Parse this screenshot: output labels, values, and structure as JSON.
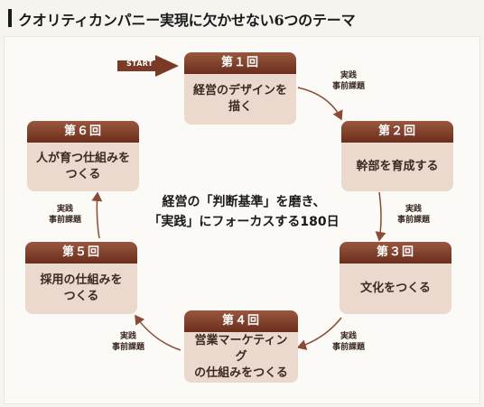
{
  "header": {
    "title": "クオリティカンパニー実現に欠かせない6つのテーマ"
  },
  "start_label": "START",
  "center": {
    "line1": "経営の「判断基準」を磨き、",
    "line2": "「実践」にフォーカスする180日"
  },
  "cards": [
    {
      "head": "第１回",
      "lines": [
        "経営のデザインを",
        "描く"
      ]
    },
    {
      "head": "第２回",
      "lines": [
        "幹部を育成する"
      ]
    },
    {
      "head": "第３回",
      "lines": [
        "文化をつくる"
      ]
    },
    {
      "head": "第４回",
      "lines": [
        "営業マーケティング",
        "の仕組みをつくる"
      ]
    },
    {
      "head": "第５回",
      "lines": [
        "採用の仕組みを",
        "つくる"
      ]
    },
    {
      "head": "第６回",
      "lines": [
        "人が育つ仕組みを",
        "つくる"
      ]
    }
  ],
  "notes": [
    {
      "line1": "実践",
      "line2": "事前課題"
    },
    {
      "line1": "実践",
      "line2": "事前課題"
    },
    {
      "line1": "実践",
      "line2": "事前課題"
    },
    {
      "line1": "実践",
      "line2": "事前課題"
    },
    {
      "line1": "実践",
      "line2": "事前課題"
    }
  ],
  "colors": {
    "card_head": "#7a3a26",
    "card_body": "#ead9cc",
    "arrow": "#8a4a36",
    "start_arrow": "#7a3a26"
  }
}
